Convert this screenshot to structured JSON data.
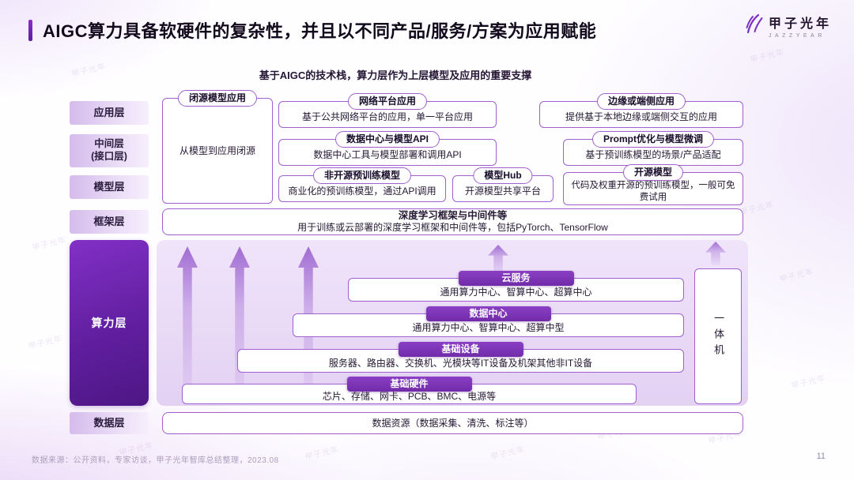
{
  "slide": {
    "title": "AIGC算力具备软硬件的复杂性，并且以不同产品/服务/方案为应用赋能",
    "subtitle": "基于AIGC的技术栈，算力层作为上层模型及应用的重要支撑",
    "footer": "数据来源：公开资料，专家访谈，甲子光年智库总结整理，2023.08",
    "page_number": "11"
  },
  "logo": {
    "name": "甲子光年",
    "subtext": "JAZZYEAR"
  },
  "watermark": {
    "text": "甲子光年"
  },
  "layer_labels": {
    "app": "应用层",
    "middle_line1": "中间层",
    "middle_line2": "(接口层)",
    "model": "模型层",
    "framework": "框架层",
    "compute": "算力层",
    "data": "数据层"
  },
  "app_layer": {
    "closed_model": {
      "title": "闭源模型应用",
      "body": "从模型到应用闭源"
    },
    "network_platform": {
      "title": "网络平台应用",
      "body": "基于公共网络平台的应用，单一平台应用"
    },
    "edge": {
      "title": "边缘或端侧应用",
      "body": "提供基于本地边缘或端侧交互的应用"
    }
  },
  "middle_layer": {
    "dc_api": {
      "title": "数据中心与模型API",
      "body": "数据中心工具与模型部署和调用API"
    },
    "prompt": {
      "title": "Prompt优化与模型微调",
      "body": "基于预训练模型的场景/产品适配"
    }
  },
  "model_layer": {
    "closed_pretrain": {
      "title": "非开源预训练模型",
      "body": "商业化的预训练模型，通过API调用"
    },
    "model_hub": {
      "title": "模型Hub",
      "body": "开源模型共享平台"
    },
    "open_model": {
      "title": "开源模型",
      "body": "代码及权重开源的预训练模型，一般可免费试用"
    }
  },
  "framework_layer": {
    "title": "深度学习框架与中间件等",
    "body": "用于训练或云部署的深度学习框架和中间件等，包括PyTorch、TensorFlow"
  },
  "compute_layer": {
    "cloud": {
      "title": "云服务",
      "body": "通用算力中心、智算中心、超算中心"
    },
    "datacenter": {
      "title": "数据中心",
      "body": "通用算力中心、智算中心、超算中型"
    },
    "equipment": {
      "title": "基础设备",
      "body": "服务器、路由器、交换机、光模块等IT设备及机架其他非IT设备"
    },
    "hardware": {
      "title": "基础硬件",
      "body": "芯片、存储、网卡、PCB、BMC、电源等"
    },
    "all_in_one": {
      "title": "一体机"
    }
  },
  "data_layer": {
    "body": "数据资源（数据采集、清洗、标注等）"
  },
  "colors": {
    "primary_purple": "#7d36b4",
    "deep_purple": "#5a1b95",
    "border_purple": "#a060d0",
    "panel_lavender": "#e9d9f5",
    "label_fill": "#d5bcec"
  }
}
